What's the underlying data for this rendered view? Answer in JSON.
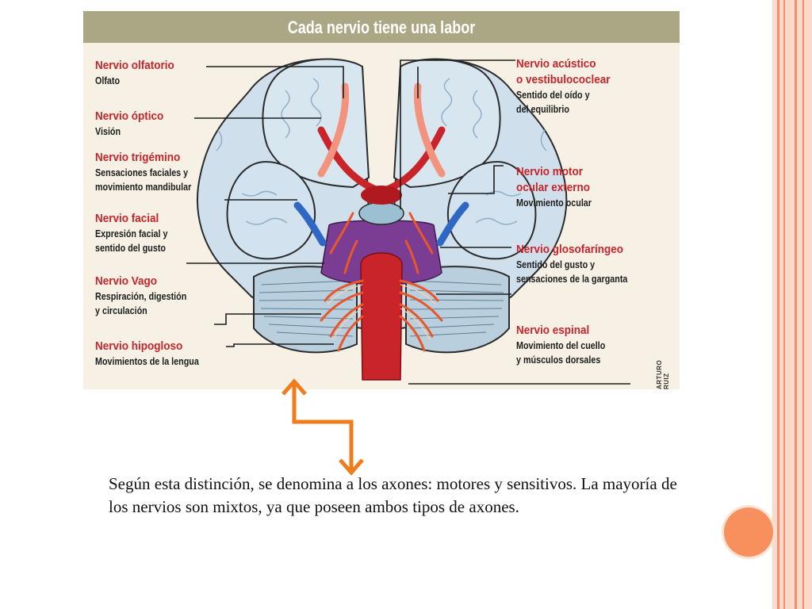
{
  "slide": {
    "figure": {
      "title": "Cada nervio tiene una labor",
      "credit": "ARTURO RUIZ",
      "left_labels": [
        {
          "name": "Nervio olfatorio",
          "lines": [
            "Olfato"
          ]
        },
        {
          "name": "Nervio óptico",
          "lines": [
            "Visión"
          ]
        },
        {
          "name": "Nervio trigémino",
          "lines": [
            "Sensaciones faciales y",
            "movimiento mandibular"
          ]
        },
        {
          "name": "Nervio facial",
          "lines": [
            "Expresión facial y",
            "sentido del gusto"
          ]
        },
        {
          "name": "Nervio Vago",
          "lines": [
            "Respiración, digestión",
            "y circulación"
          ]
        },
        {
          "name": "Nervio hipogloso",
          "lines": [
            "Movimientos de la lengua"
          ]
        }
      ],
      "right_labels": [
        {
          "name_lines": [
            "Nervio acústico",
            "o vestibulococlear"
          ],
          "lines": [
            "Sentido del oído y",
            "del equilibrio"
          ]
        },
        {
          "name_lines": [
            "Nervio motor",
            "ocular externo"
          ],
          "lines": [
            "Movimiento ocular"
          ]
        },
        {
          "name_lines": [
            "Nervio glosofaríngeo"
          ],
          "lines": [
            "Sentido del gusto y",
            "sensaciones de la garganta"
          ]
        },
        {
          "name_lines": [
            "Nervio espinal"
          ],
          "lines": [
            "Movimiento del cuello",
            "y músculos dorsales"
          ]
        }
      ]
    },
    "caption": "Según esta distinción, se denomina a los axones: motores y sensitivos. La mayoría de los nervios son mixtos, ya que poseen ambos tipos de axones.",
    "colors": {
      "accent_orange": "#f07c1e",
      "label_red": "#c8242a",
      "figure_header": "#aba684",
      "stripe_light": "#fbd9c9",
      "stripe_dark": "#f08e6f",
      "dot": "#f8905e"
    }
  }
}
